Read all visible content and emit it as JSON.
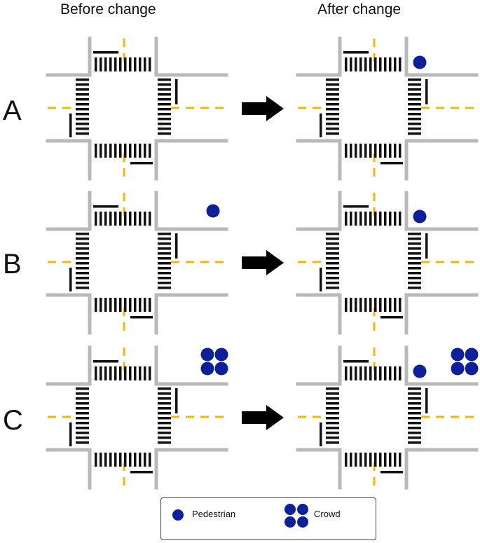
{
  "headers": {
    "before": "Before change",
    "after": "After change"
  },
  "rows": [
    {
      "label": "A",
      "before": {
        "marker": "none"
      },
      "after": {
        "marker": "pedestrian"
      }
    },
    {
      "label": "B",
      "before": {
        "marker": "pedestrian"
      },
      "after": {
        "marker": "pedestrian"
      }
    },
    {
      "label": "C",
      "before": {
        "marker": "crowd"
      },
      "after": {
        "marker": "pedestrian+crowd"
      }
    }
  ],
  "legend": {
    "pedestrian": "Pedestrian",
    "crowd": "Crowd"
  },
  "colors": {
    "road": "#b9b9b9",
    "centerline": "#f5b800",
    "crosswalk": "#111111",
    "marker": "#0d1f9b",
    "arrow": "#000000"
  }
}
